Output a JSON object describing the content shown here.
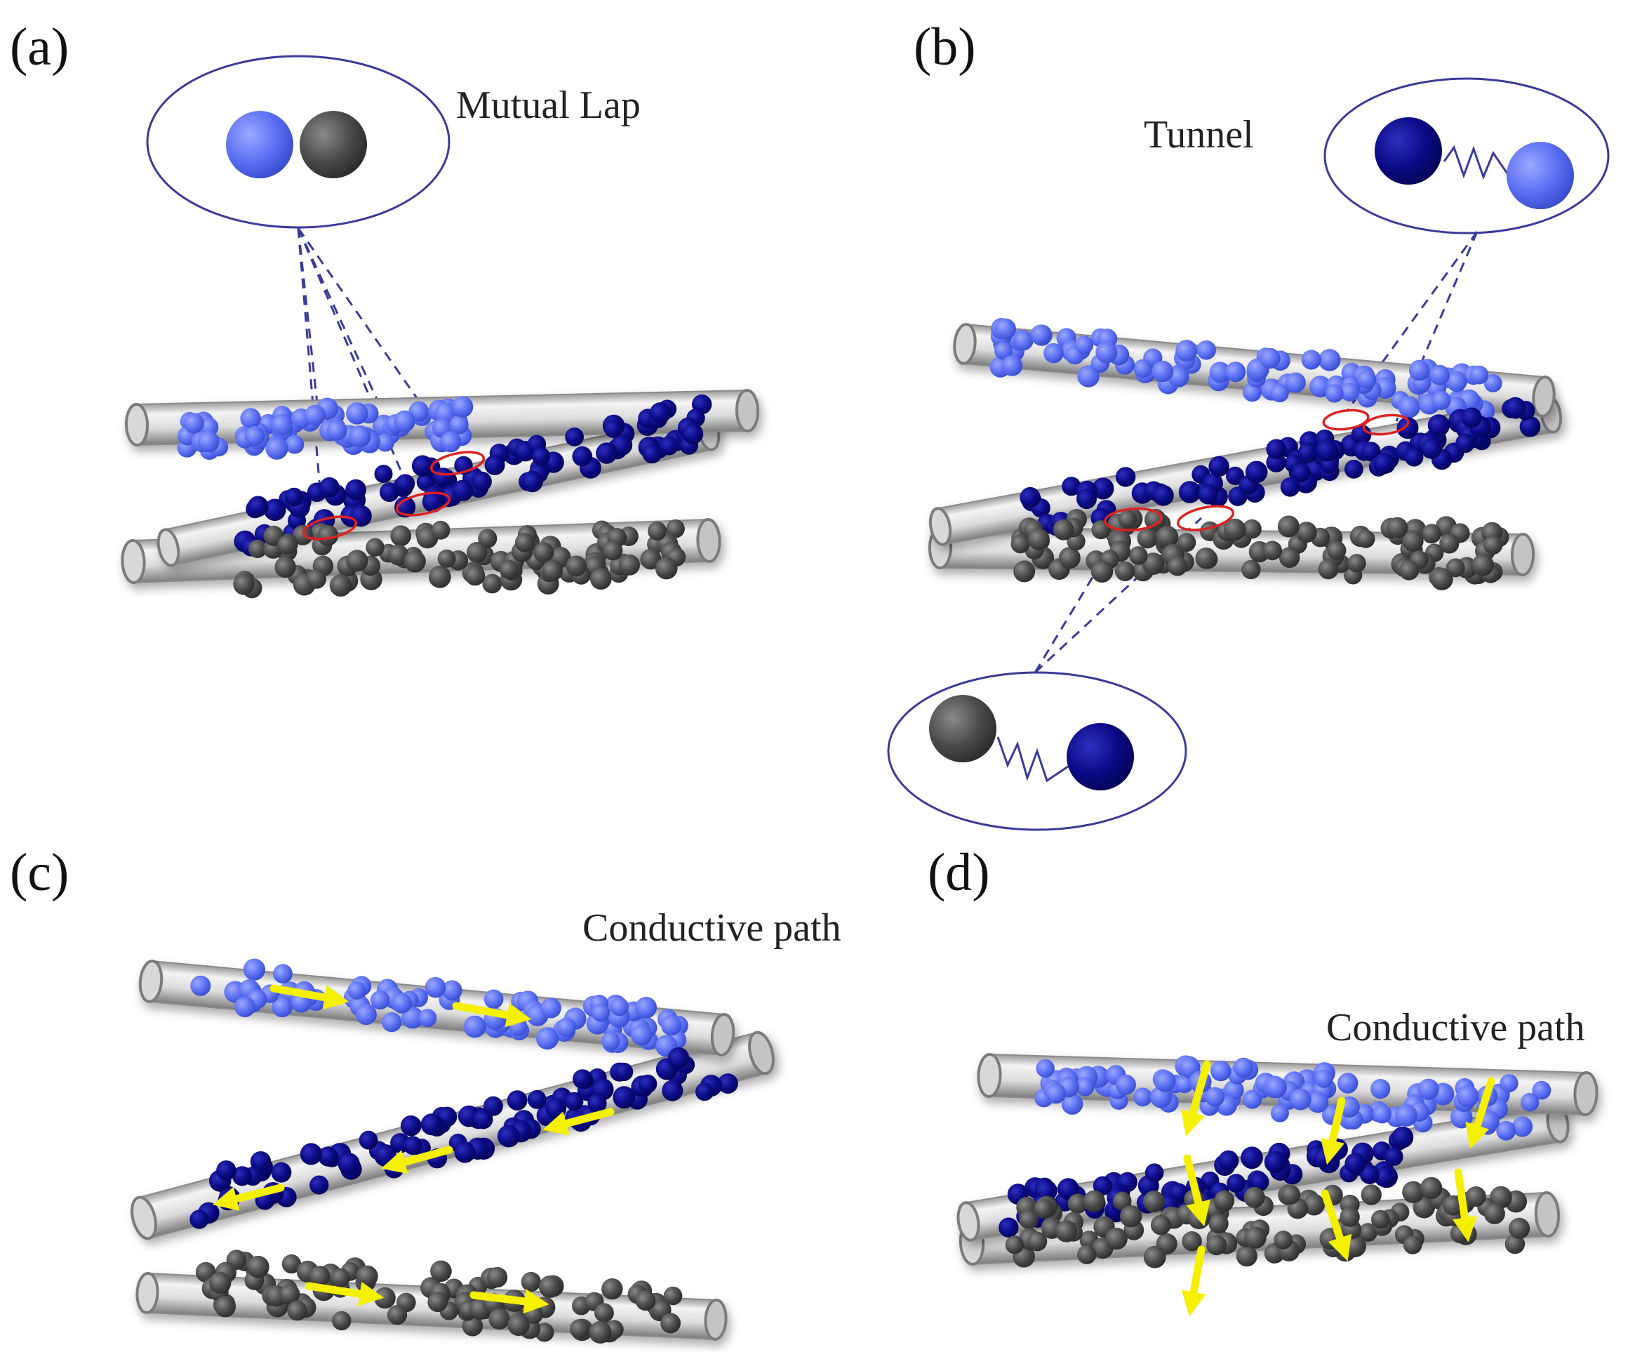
{
  "panels": [
    {
      "id": "a",
      "label": "(a)",
      "caption": "Mutual Lap"
    },
    {
      "id": "b",
      "label": "(b)",
      "caption": "Tunnel"
    },
    {
      "id": "c",
      "label": "(c)",
      "caption": "Conductive path"
    },
    {
      "id": "d",
      "label": "(d)",
      "caption": "Conductive path"
    }
  ],
  "colors": {
    "light_blue_particle": "#5b6ff2",
    "dark_blue_particle": "#0a0a85",
    "gray_particle": "#4a4a4a",
    "callout_outline": "#3a3a9a",
    "contact_ring": "#dd2222",
    "arrow": "#f5f000",
    "fiber": "#cfcfcf"
  },
  "icons": [
    "fiber-tube",
    "particle",
    "contact-ring",
    "spring-icon",
    "arrow-icon"
  ]
}
